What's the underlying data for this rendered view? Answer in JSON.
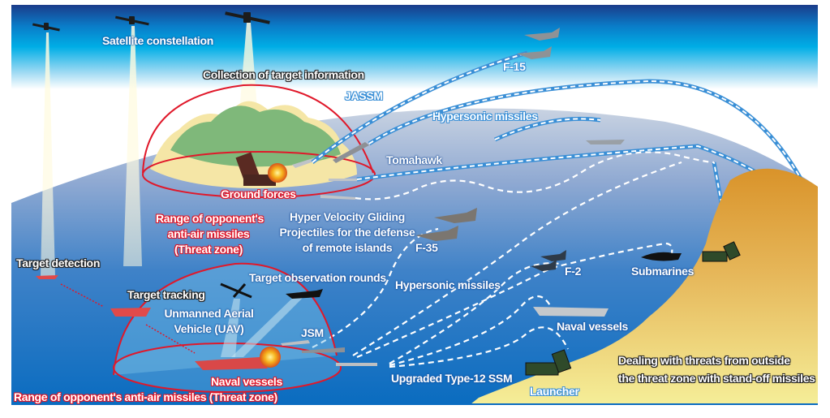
{
  "colors": {
    "sky_top": "#1b3c8a",
    "sky_mid": "#00aee6",
    "sea_light": "#9db4d6",
    "sea_deep": "#0a6cc0",
    "land_orange": "#d9952c",
    "land_yellow": "#f5ee98",
    "threat_red": "#e0182a",
    "missile_path": "#3a8fd6"
  },
  "labels": {
    "satellite_constellation": "Satellite constellation",
    "collection_of_target_information": "Collection of target information",
    "jassm": "JASSM",
    "f15": "F-15",
    "hypersonic_missiles_upper": "Hypersonic missiles",
    "tomahawk": "Tomahawk",
    "ground_forces": "Ground forces",
    "island_threat_zone": [
      "Range of opponent's",
      "anti-air missiles",
      "(Threat zone)"
    ],
    "hvgp": [
      "Hyper Velocity Gliding",
      "Projectiles for the defense",
      "of remote islands"
    ],
    "f35": "F-35",
    "target_detection": "Target detection",
    "target_observation_rounds": "Target observation rounds",
    "hypersonic_missiles_lower": "Hypersonic missiles",
    "f2": "F-2",
    "submarines": "Submarines",
    "target_tracking": "Target tracking",
    "uav": [
      "Unmanned Aerial",
      "Vehicle (UAV)"
    ],
    "jsm": "JSM",
    "naval_vessels_friendly": "Naval vessels",
    "naval_vessels_enemy": "Naval vessels",
    "upgraded_type12": "Upgraded Type-12 SSM",
    "launcher": "Launcher",
    "dealing_with_threats": [
      "Dealing with threats from outside",
      "the threat zone with stand-off missiles"
    ],
    "sea_threat_zone": "Range of opponent's anti-air missiles (Threat zone)"
  },
  "icons": [
    "satellite-icon",
    "fighter-jet-icon",
    "cruise-missile-icon",
    "warship-icon",
    "submarine-icon",
    "missile-launcher-truck-icon",
    "uav-icon",
    "explosion-icon",
    "island-icon"
  ]
}
